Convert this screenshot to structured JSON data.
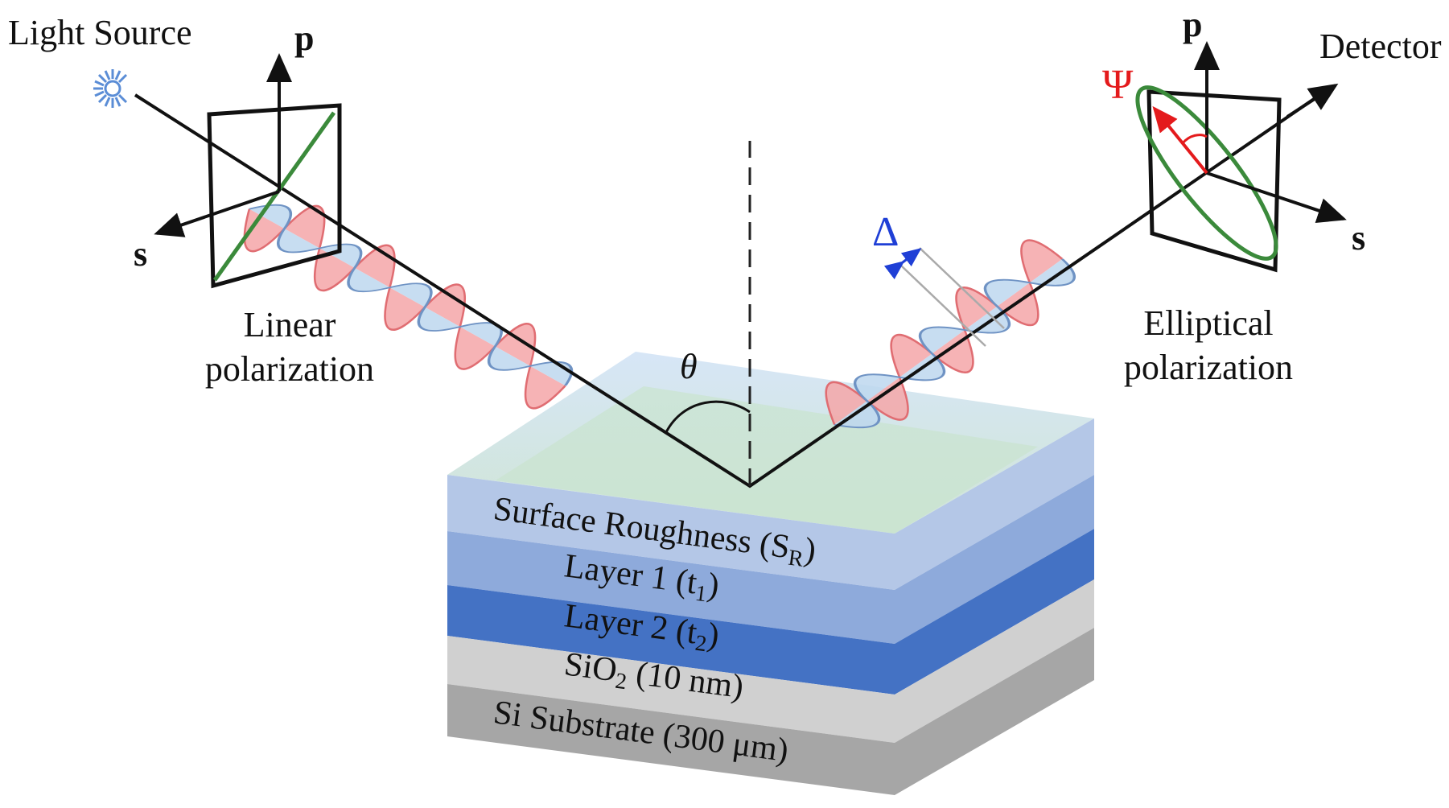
{
  "labels": {
    "light_source": "Light Source",
    "detector": "Detector",
    "p_left": "p",
    "s_left": "s",
    "p_right": "p",
    "s_right": "s",
    "linear_line1": "Linear",
    "linear_line2": "polarization",
    "elliptical_line1": "Elliptical",
    "elliptical_line2": "polarization",
    "theta": "θ",
    "delta": "Δ",
    "psi": "Ψ"
  },
  "layers": {
    "roughness": {
      "text": "Surface Roughness  (S",
      "sub": "R",
      "close": ")"
    },
    "layer1": {
      "text": "Layer 1 (t",
      "sub": "1",
      "close": ")"
    },
    "layer2": {
      "text": "Layer 2 (t",
      "sub": "2",
      "close": ")"
    },
    "sio2": {
      "text": "SiO",
      "sub": "2",
      "close": " (10 nm)"
    },
    "substrate": {
      "text": "Si Substrate (300 μm)"
    }
  },
  "colors": {
    "roughness": "#b4c7e7",
    "layer1": "#8eaadb",
    "layer2": "#4472c4",
    "sio2": "#d0d0d0",
    "substrate": "#a6a6a6",
    "wave_red": "#f4a6a8",
    "wave_blue": "#bdd7ee",
    "polarizer_line": "#2e7d32",
    "psi": "#e41a1c",
    "delta": "#1f3fd6"
  }
}
